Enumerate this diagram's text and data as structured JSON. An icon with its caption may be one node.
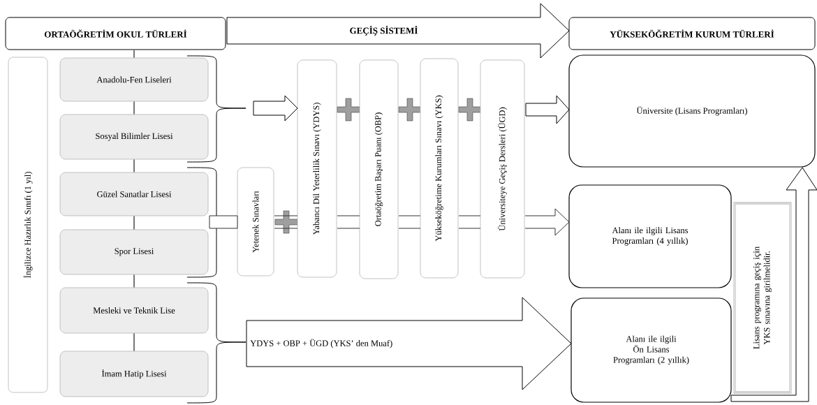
{
  "diagram": {
    "nodes": [
      {
        "text": [
          "ORTAÖĞRETİM OKUL TÜRLERİ"
        ]
      },
      {
        "text": [
          "YÜKSEKÖĞRETİM KURUM TÜRLERİ"
        ]
      },
      {
        "text": [
          "İngilizce Hazırlık Sınıfı (1 yıl)"
        ]
      },
      {
        "text": [
          "Anadolu-Fen Liseleri"
        ]
      },
      {
        "text": [
          "Sosyal Bilimler Lisesi"
        ]
      },
      {
        "text": [
          "Güzel Sanatlar Lisesi"
        ]
      },
      {
        "text": [
          "Spor Lisesi"
        ]
      },
      {
        "text": [
          "Mesleki ve Teknik Lise"
        ]
      },
      {
        "text": [
          "İmam Hatip Lisesi"
        ]
      },
      {
        "text": [
          "Yetenek Sınavları"
        ]
      },
      {
        "text": [
          "Yabancı Dil Yeterlilik Sınavı (YDYS)"
        ]
      },
      {
        "text": [
          "Ortaöğretim Başarı Puanı (OBP)"
        ]
      },
      {
        "text": [
          "Yükseköğretime Kurumları Sınavı (YKS)"
        ]
      },
      {
        "text": [
          "Üniversiteye Geçiş Dersleri (ÜGD)"
        ]
      },
      {
        "text": [
          "Üniversite (Lisans Programları)"
        ]
      },
      {
        "text": [
          "Alanı ile ilgili Lisans Programları (4 yıllık)"
        ]
      },
      {
        "text": [
          "Alanı ile ilgili Ön Lisans Programları (2 yıllık)"
        ]
      },
      {
        "text": [
          "Lisans programına geçiş için YKS sınavına girilmelidir."
        ]
      }
    ],
    "edges": [
      {
        "from": 0,
        "to": 1,
        "arrow": "to",
        "label": "GEÇİŞ SİSTEMİ"
      },
      {
        "from": 0,
        "to": 3,
        "arrow": "none",
        "color": "#777777"
      },
      {
        "from": 3,
        "to": 4,
        "arrow": "none",
        "color": "#777777"
      },
      {
        "from": 4,
        "to": 5,
        "arrow": "none",
        "color": "#777777"
      },
      {
        "from": 5,
        "to": 6,
        "arrow": "none",
        "color": "#777777"
      },
      {
        "from": 6,
        "to": 7,
        "arrow": "none",
        "color": "#777777"
      },
      {
        "from": 7,
        "to": 8,
        "arrow": "none",
        "color": "#777777"
      },
      {
        "from": null,
        "to": 10,
        "arrow": "to"
      },
      {
        "from": 13,
        "to": 14,
        "arrow": "to"
      },
      {
        "from": null,
        "to": 9,
        "arrow": "none",
        "color": "#333333"
      },
      {
        "from": 9,
        "to": 10,
        "arrow": "none",
        "color": "#333333"
      },
      {
        "from": 10,
        "to": 11,
        "arrow": "none",
        "color": "#333333"
      },
      {
        "from": 11,
        "to": 12,
        "arrow": "none",
        "color": "#333333"
      },
      {
        "from": 12,
        "to": 13,
        "arrow": "none",
        "color": "#333333"
      },
      {
        "from": 13,
        "to": 15,
        "arrow": "to",
        "color": "#333333"
      },
      {
        "from": null,
        "to": 16,
        "arrow": "to",
        "label": "YDYS + OBP + ÜGD (YKS’ den Muaf)"
      },
      {
        "from": 16,
        "to": 14,
        "arrow": "to"
      }
    ]
  }
}
